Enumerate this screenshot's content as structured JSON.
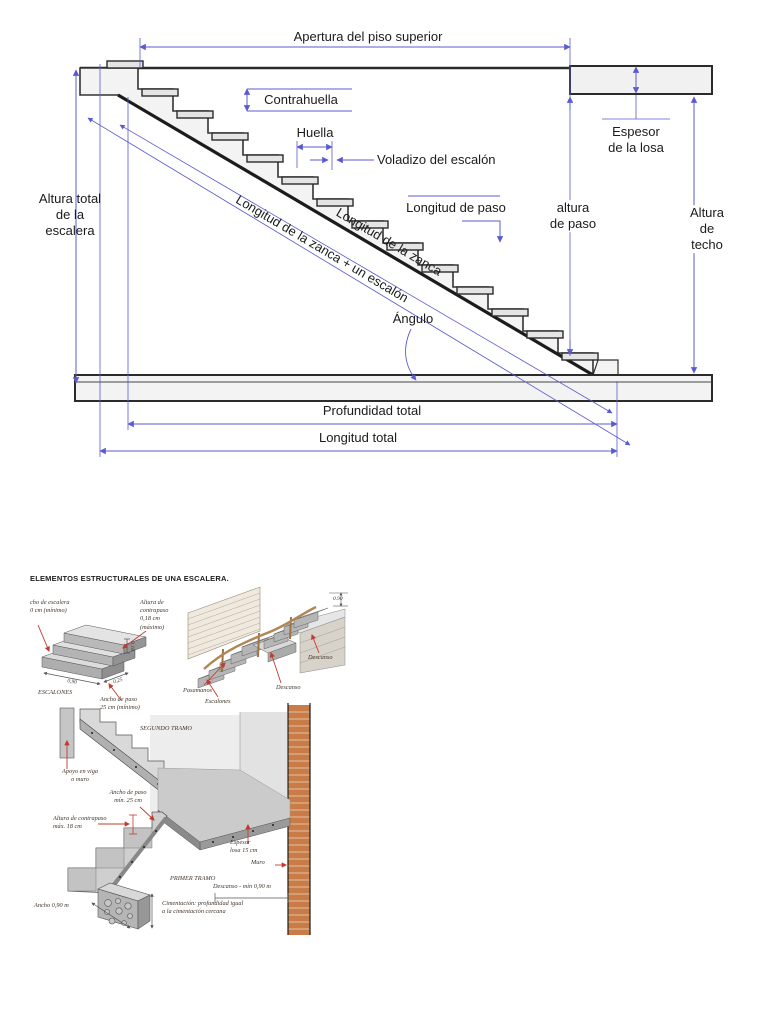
{
  "figure1": {
    "labels": {
      "apertura": "Apertura del piso superior",
      "contrahuella": "Contrahuella",
      "huella": "Huella",
      "voladizo": "Voladizo del escalón",
      "longitud_de_paso": "Longitud de paso",
      "altura_total": "Altura total\nde la\nescalera",
      "altura_de_paso": "altura\nde paso",
      "espesor_losa": "Espesor\nde la losa",
      "altura_techo": "Altura\nde\ntecho",
      "longitud_zanca": "Longitud de la zanca",
      "longitud_zanca_escalon": "Longitud de la zanca + un escalón",
      "angulo": "Ángulo",
      "profundidad_total": "Profundidad total",
      "longitud_total": "Longitud total"
    },
    "colors": {
      "dimension_blue": "#5b5bd0",
      "outline": "#2b2b2b",
      "fill": "#f3f3f3"
    }
  },
  "figure2": {
    "title": "ELEMENTOS ESTRUCTURALES DE UNA ESCALERA.",
    "detail": {
      "ancho_escalera": "cho de escalera\n0 cm (mínimo)",
      "altura_contrapaso": "Altura de\ncontrapaso\n0,18 cm\n(máximo)",
      "dim_frente": "0,90",
      "dim_fondo": "0,25",
      "dim_contrapaso": "0,18",
      "caption": "ESCALONES",
      "ancho_de_paso": "Ancho de paso\n25 cm (mínimo)"
    },
    "iso": {
      "pasamanos": "Pasamanos",
      "escalones": "Escalones",
      "descanso_1": "Descanso",
      "descanso_2": "Descanso",
      "dim_alto": "0.90"
    },
    "section": {
      "segundo_tramo": "SEGUNDO TRAMO",
      "apoyo": "Apoyo en viga\no muro",
      "ancho_de_paso": "Ancho de paso\nmín. 25 cm",
      "altura_contrapaso": "Altura de contrapaso\nmáx. 18 cm",
      "espesor_losa": "Espesor\nlosa 15 cm",
      "muro": "Muro",
      "primer_tramo": "PRIMER TRAMO",
      "descanso": "Descanso - mín 0,90 m",
      "ancho": "Ancho 0,90 m",
      "cimentacion": "Cimentación: profundidad igual\na la cimentación cercana"
    },
    "colors": {
      "arrow_red": "#c23b2e",
      "brick": "#c97c45"
    }
  }
}
